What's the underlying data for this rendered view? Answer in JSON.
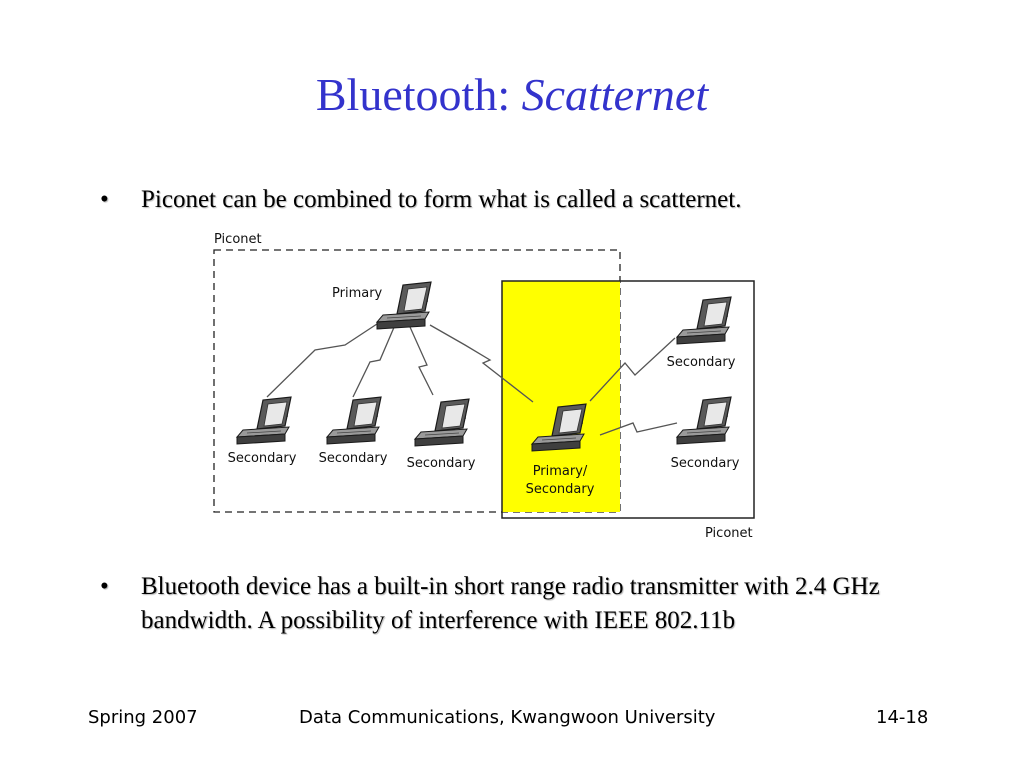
{
  "slide": {
    "title_plain": "Bluetooth: ",
    "title_italic": "Scatternet"
  },
  "bullets": [
    {
      "symbol": "•",
      "text": "Piconet can be combined to form what is called a scatternet."
    },
    {
      "symbol": "•",
      "text": "Bluetooth device has a built-in short range radio transmitter with 2.4 GHz bandwidth. A possibility of interference with IEEE 802.11b"
    }
  ],
  "diagram": {
    "piconet_label_left": "Piconet",
    "piconet_label_right": "Piconet",
    "highlight_color": "#ffff00",
    "nodes": {
      "primary": "Primary",
      "secondary_1": "Secondary",
      "secondary_2": "Secondary",
      "secondary_3": "Secondary",
      "bridge_line1": "Primary/",
      "bridge_line2": "Secondary",
      "secondary_right_top": "Secondary",
      "secondary_right_bottom": "Secondary"
    }
  },
  "footer": {
    "left": "Spring 2007",
    "center": "Data Communications, Kwangwoon University",
    "right": "14-18"
  }
}
